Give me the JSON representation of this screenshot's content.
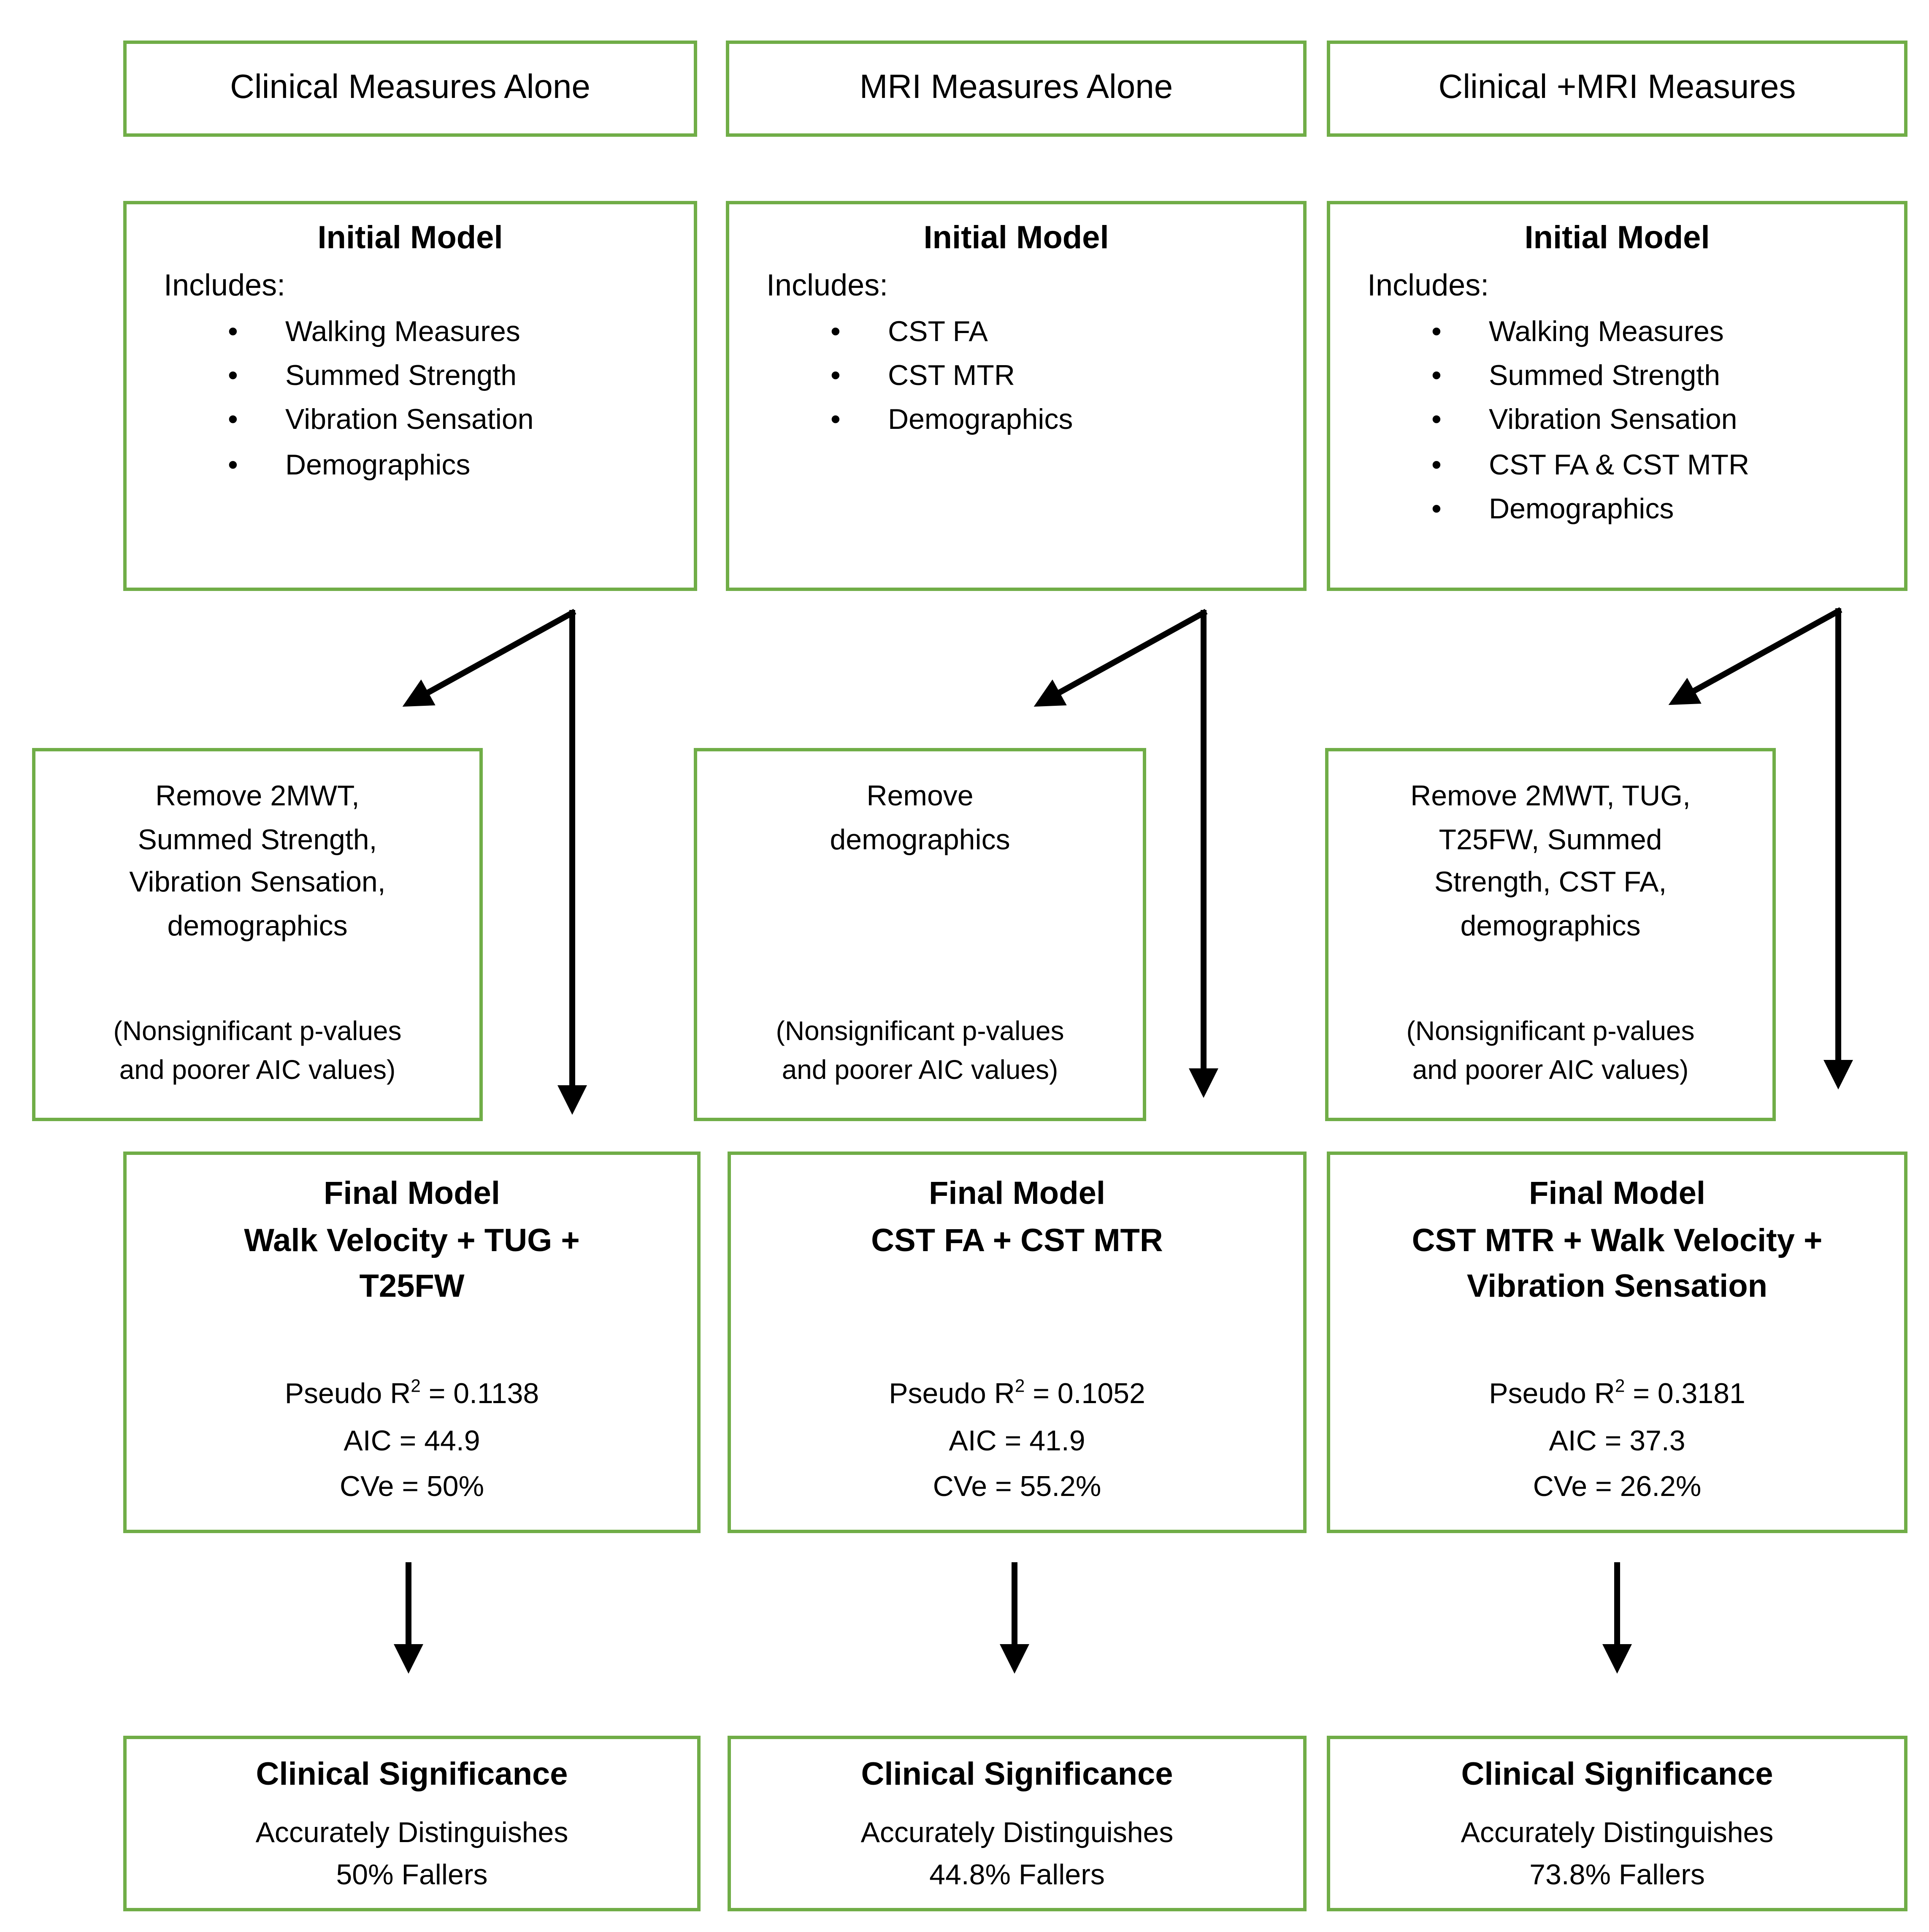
{
  "title": "Model selection flowchart",
  "colors": {
    "accent_green": "#70AD47",
    "arrow_black": "#000000",
    "background": "#FFFFFF",
    "text": "#000000"
  },
  "columns": [
    {
      "header": "Clinical Measures Alone",
      "initial": {
        "title": "Initial Model",
        "includes_label": "Includes:",
        "bullets": [
          "Walking Measures",
          "Summed Strength",
          "Vibration Sensation",
          "Demographics"
        ]
      },
      "remove": {
        "text": "Remove 2MWT,\nSummed Strength,\nVibration Sensation,\ndemographics",
        "note": "(Nonsignificant p-values\nand poorer AIC values)"
      },
      "final": {
        "title": "Final Model",
        "model": "Walk Velocity + TUG +\nT25FW",
        "pseudo_prefix": "Pseudo R",
        "pseudo_sup": "2",
        "pseudo_value": " = 0.1138",
        "aic": "AIC = 44.9",
        "cve": "CVe = 50%"
      },
      "significance": {
        "title": "Clinical Significance",
        "body": "Accurately Distinguishes\n50% Fallers"
      }
    },
    {
      "header": "MRI Measures Alone",
      "initial": {
        "title": "Initial Model",
        "includes_label": "Includes:",
        "bullets": [
          "CST FA",
          "CST MTR",
          "Demographics"
        ]
      },
      "remove": {
        "text": "Remove\ndemographics",
        "note": "(Nonsignificant p-values\nand poorer AIC values)"
      },
      "final": {
        "title": "Final Model",
        "model": "CST FA + CST MTR",
        "pseudo_prefix": "Pseudo R",
        "pseudo_sup": "2",
        "pseudo_value": " = 0.1052",
        "aic": "AIC = 41.9",
        "cve": "CVe = 55.2%"
      },
      "significance": {
        "title": "Clinical Significance",
        "body": "Accurately Distinguishes\n44.8% Fallers"
      }
    },
    {
      "header": "Clinical +MRI Measures",
      "initial": {
        "title": "Initial Model",
        "includes_label": "Includes:",
        "bullets": [
          "Walking Measures",
          "Summed Strength",
          "Vibration Sensation",
          "CST FA & CST MTR",
          "Demographics"
        ]
      },
      "remove": {
        "text": "Remove 2MWT, TUG,\nT25FW, Summed\nStrength, CST FA,\ndemographics",
        "note": "(Nonsignificant p-values\nand poorer AIC values)"
      },
      "final": {
        "title": "Final Model",
        "model": "CST MTR + Walk Velocity +\nVibration Sensation",
        "pseudo_prefix": "Pseudo R",
        "pseudo_sup": "2",
        "pseudo_value": " = 0.3181",
        "aic": "AIC = 37.3",
        "cve": "CVe = 26.2%"
      },
      "significance": {
        "title": "Clinical Significance",
        "body": "Accurately Distinguishes\n73.8% Fallers"
      }
    }
  ]
}
